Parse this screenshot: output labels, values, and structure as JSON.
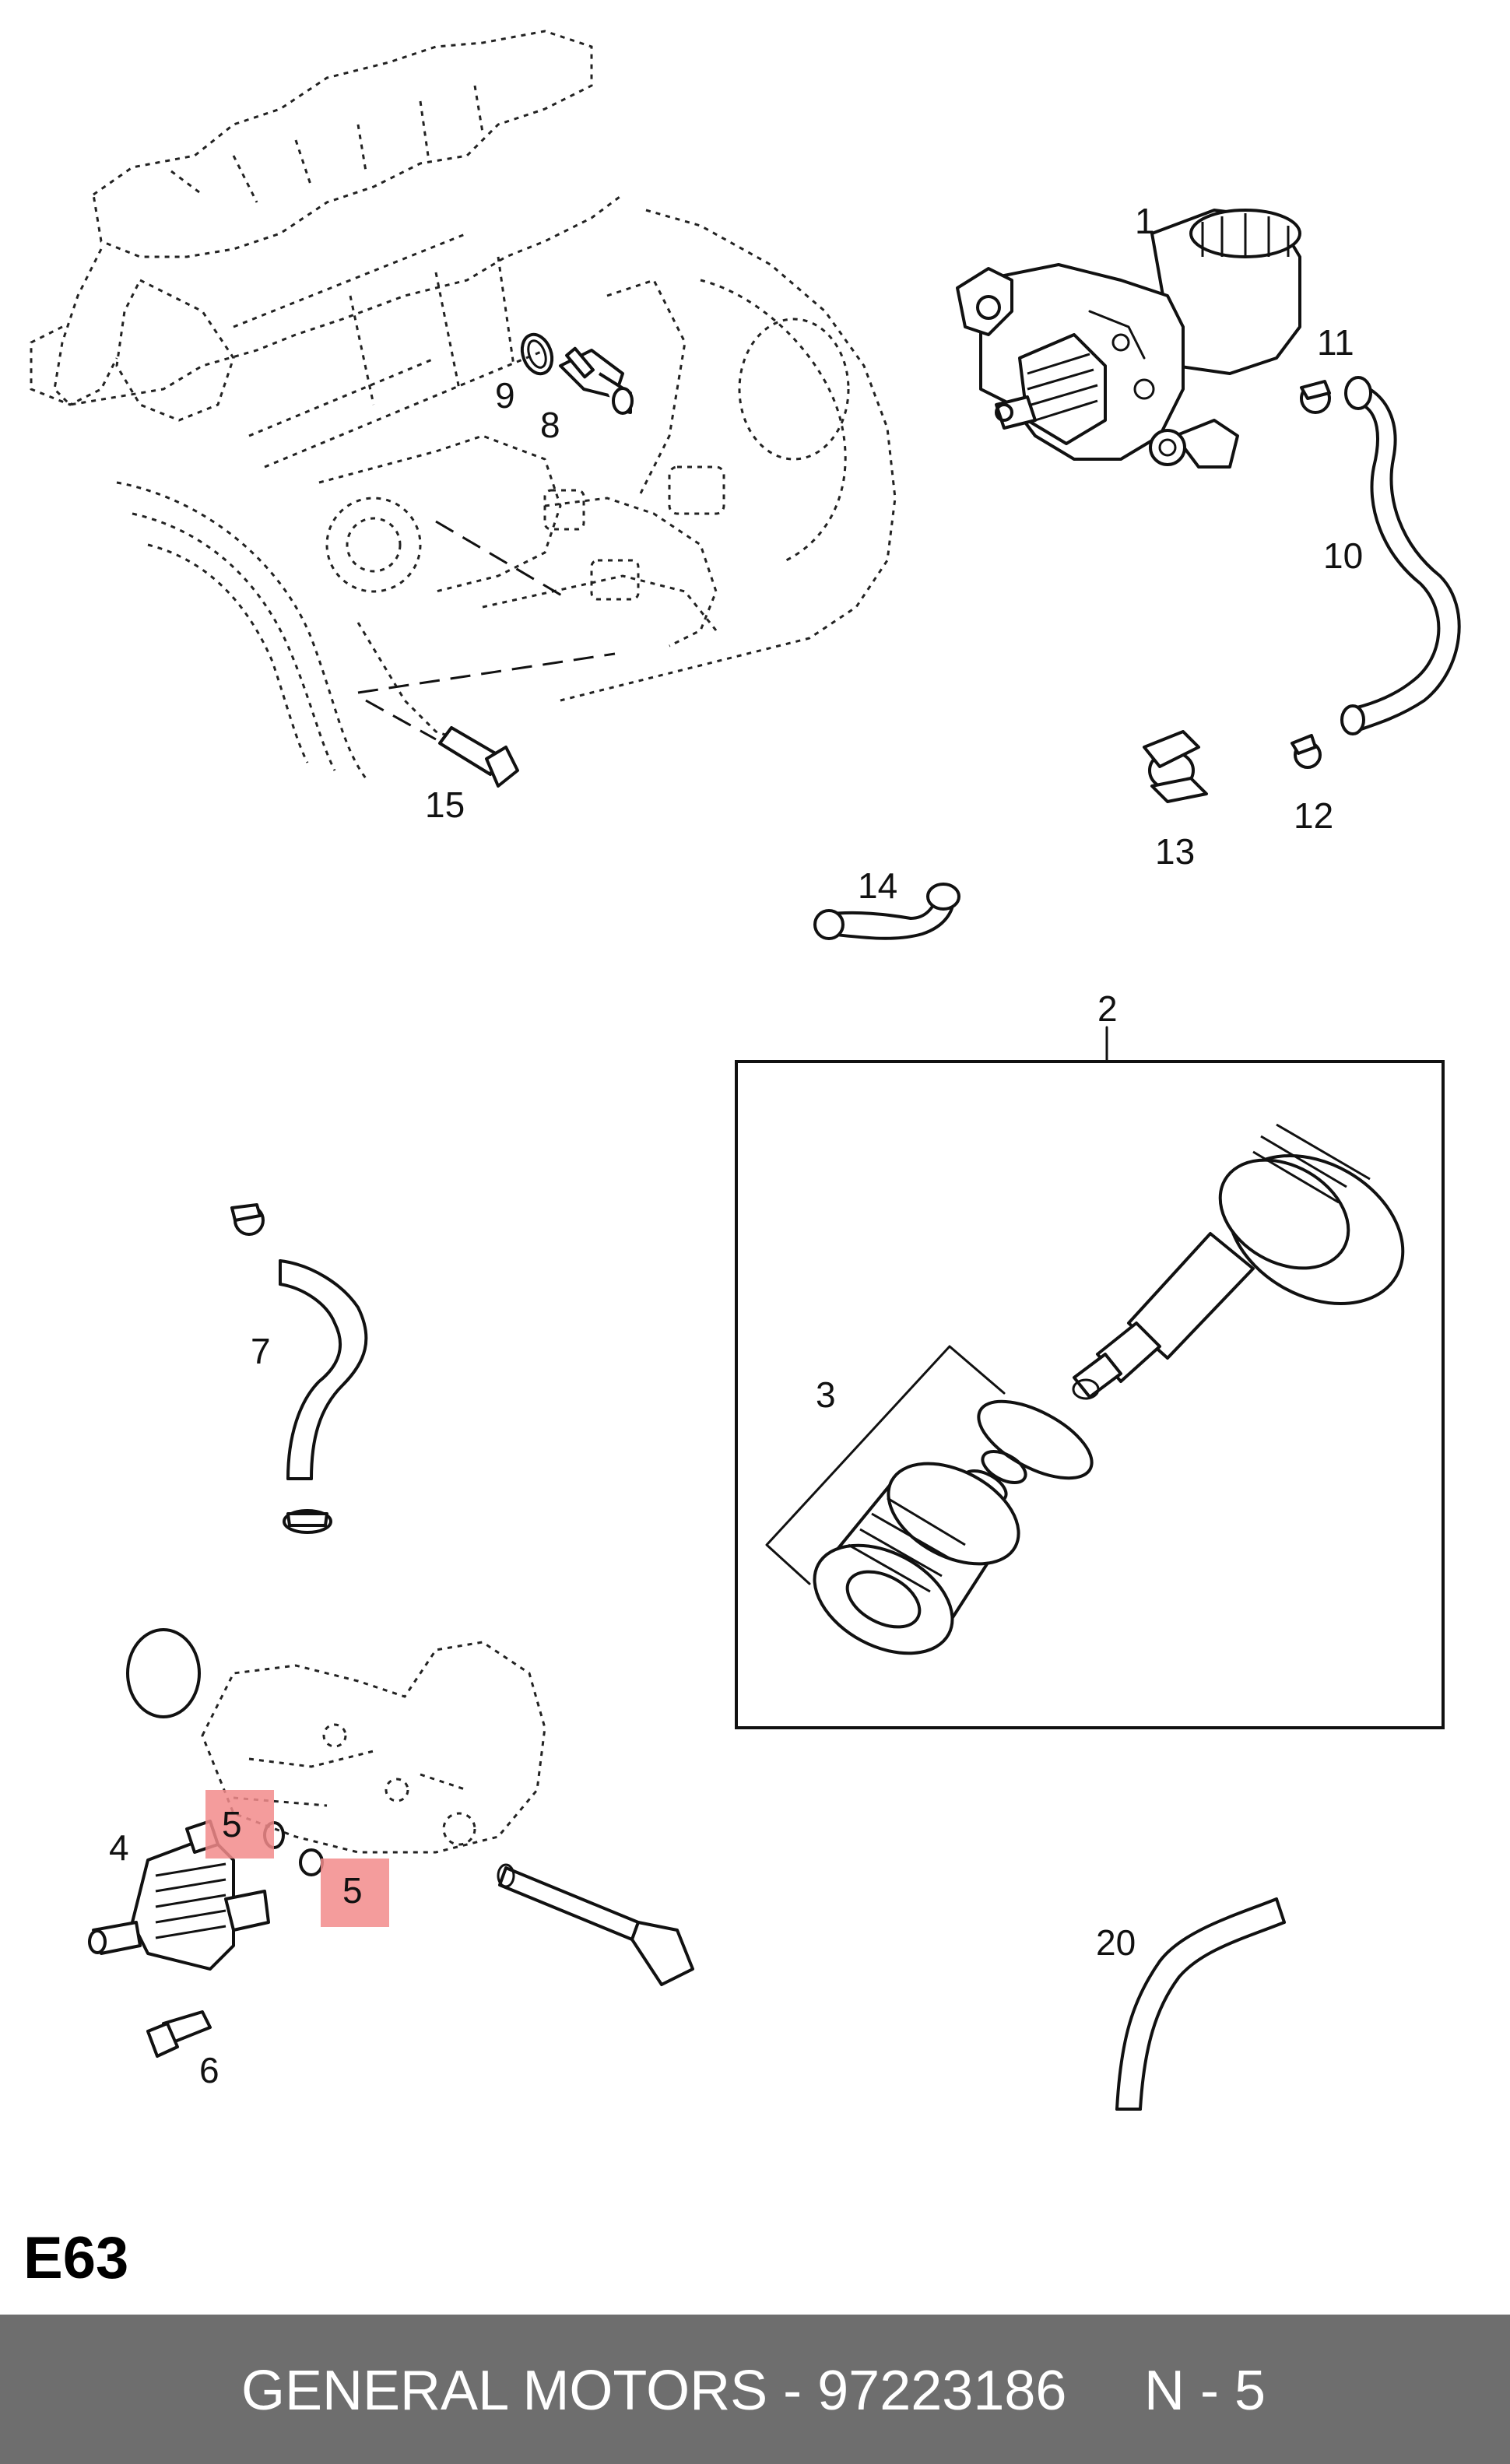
{
  "diagram": {
    "section_code": "E63",
    "labels": {
      "p1": "1",
      "p2": "2",
      "p3": "3",
      "p4": "4",
      "p5a": "5",
      "p5b": "5",
      "p6": "6",
      "p7": "7",
      "p8": "8",
      "p9": "9",
      "p10": "10",
      "p11": "11",
      "p12": "12",
      "p13": "13",
      "p14": "14",
      "p15": "15",
      "p20": "20"
    },
    "highlight_color": "#f28b8b"
  },
  "footer": {
    "brand_part": "GENERAL MOTORS - 97223186",
    "page_ref": "N - 5"
  }
}
